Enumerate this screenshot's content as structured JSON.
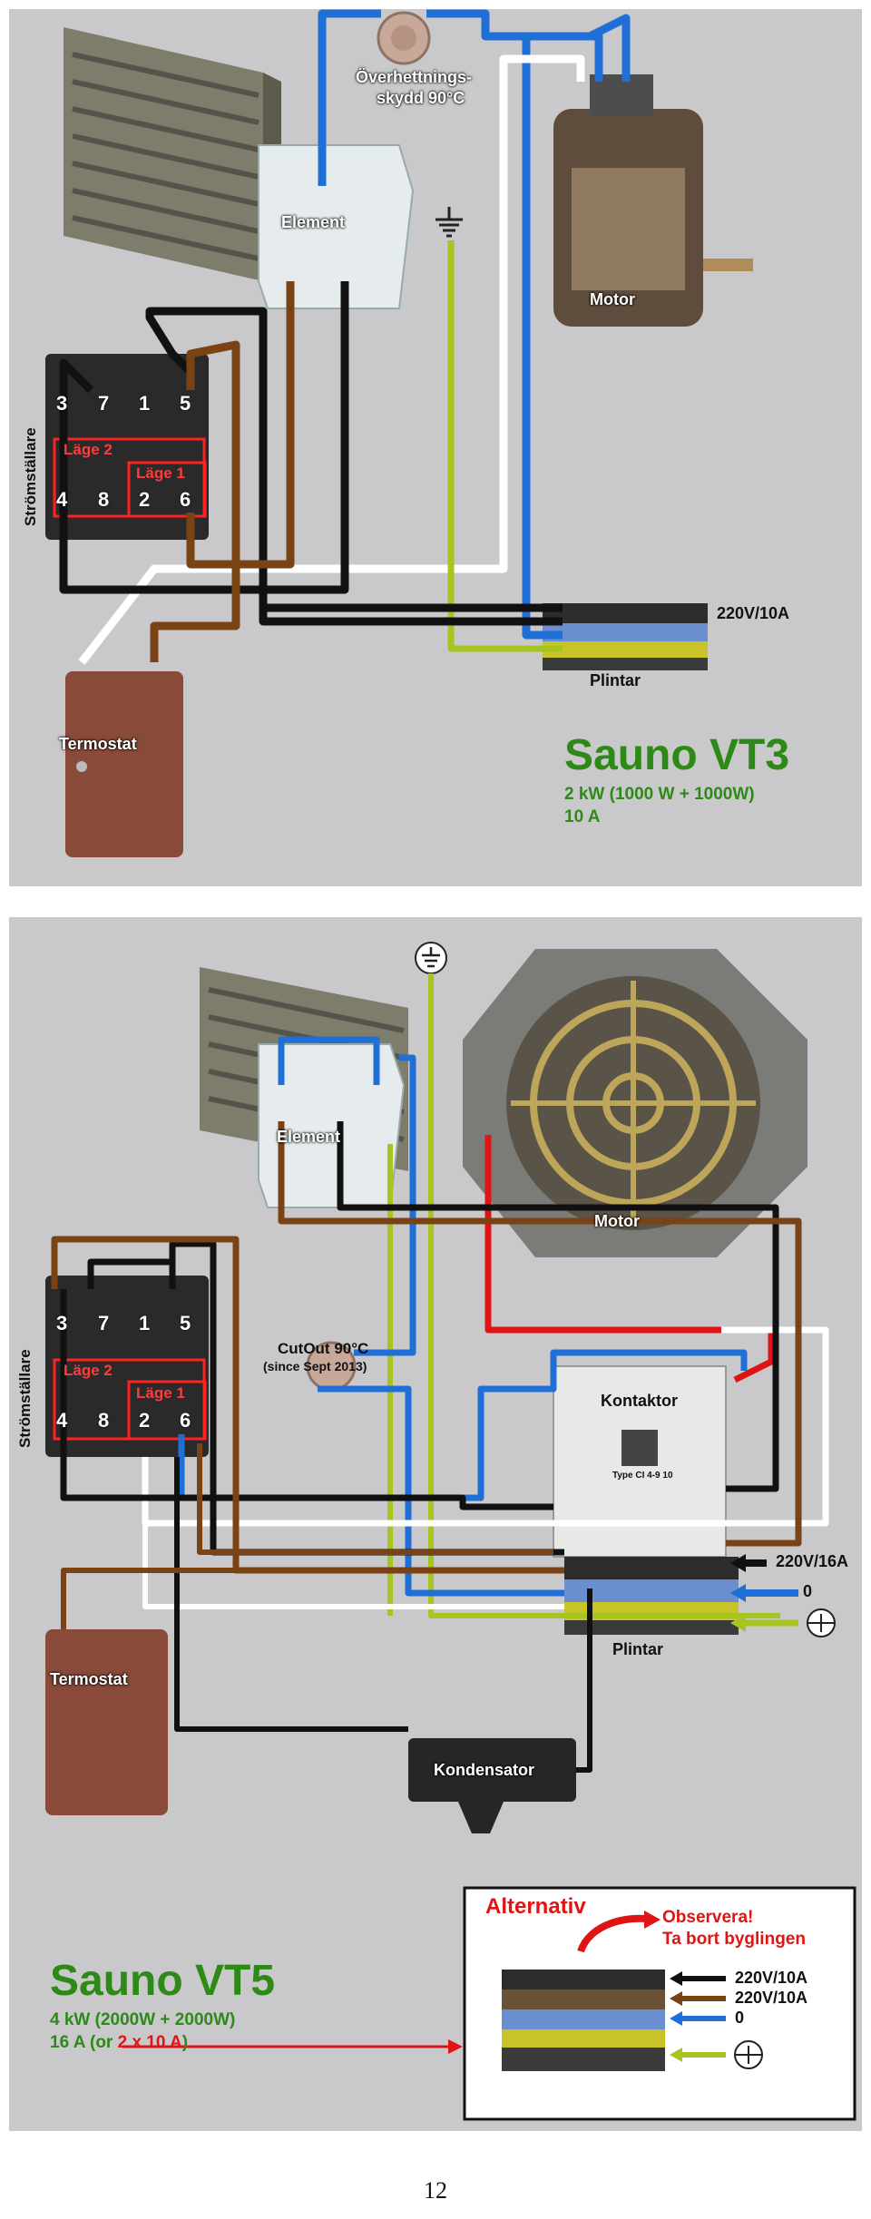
{
  "vt3": {
    "title": "Sauno VT3",
    "spec_line1": "2 kW (1000 W + 1000W)",
    "spec_line2": "10 A",
    "cutout_label_line1": "Överhettnings-",
    "cutout_label_line2": "skydd 90°C",
    "element_label": "Element",
    "motor_label": "Motor",
    "switch_label": "Strömställare",
    "switch_terminals_top": [
      "3",
      "7",
      "1",
      "5"
    ],
    "switch_terminals_bottom": [
      "4",
      "8",
      "2",
      "6"
    ],
    "lage2_label": "Läge 2",
    "lage1_label": "Läge 1",
    "thermostat_label": "Termostat",
    "terminal_block_label": "Plintar",
    "supply_label": "220V/10A"
  },
  "vt5": {
    "title": "Sauno VT5",
    "spec_line1": "4 kW (2000W + 2000W)",
    "spec_line2_prefix": "16 A (or ",
    "spec_line2_highlight": "2 x 10 A",
    "spec_line2_suffix": ")",
    "element_label": "Element",
    "motor_label": "Motor",
    "switch_label": "Strömställare",
    "switch_terminals_top": [
      "3",
      "7",
      "1",
      "5"
    ],
    "switch_terminals_bottom": [
      "4",
      "8",
      "2",
      "6"
    ],
    "lage2_label": "Läge 2",
    "lage1_label": "Läge 1",
    "cutout_label_line1": "CutOut 90°C",
    "cutout_label_line2": "(since Sept 2013)",
    "contactor_label": "Kontaktor",
    "contactor_type_text": "Type CI 4-9 10",
    "thermostat_label": "Termostat",
    "capacitor_label": "Kondensator",
    "terminal_block_label": "Plintar",
    "supply_label": "220V/16A",
    "neutral_label": "0",
    "alternative": {
      "title": "Alternativ",
      "warning_line1": "Observera!",
      "warning_line2": "Ta bort byglingen",
      "rows": [
        "220V/10A",
        "220V/10A",
        "0"
      ]
    }
  },
  "page_number": "12",
  "colors": {
    "panel_bg": "#c9c9cb",
    "wire_blue": "#1f6fd6",
    "wire_black": "#111111",
    "wire_brown": "#7a4316",
    "wire_white": "#ffffff",
    "wire_red": "#e01414",
    "wire_ground": "#a6c51f",
    "title_green": "#2d8a17"
  },
  "icons": {
    "earth": "earth-ground-icon"
  }
}
